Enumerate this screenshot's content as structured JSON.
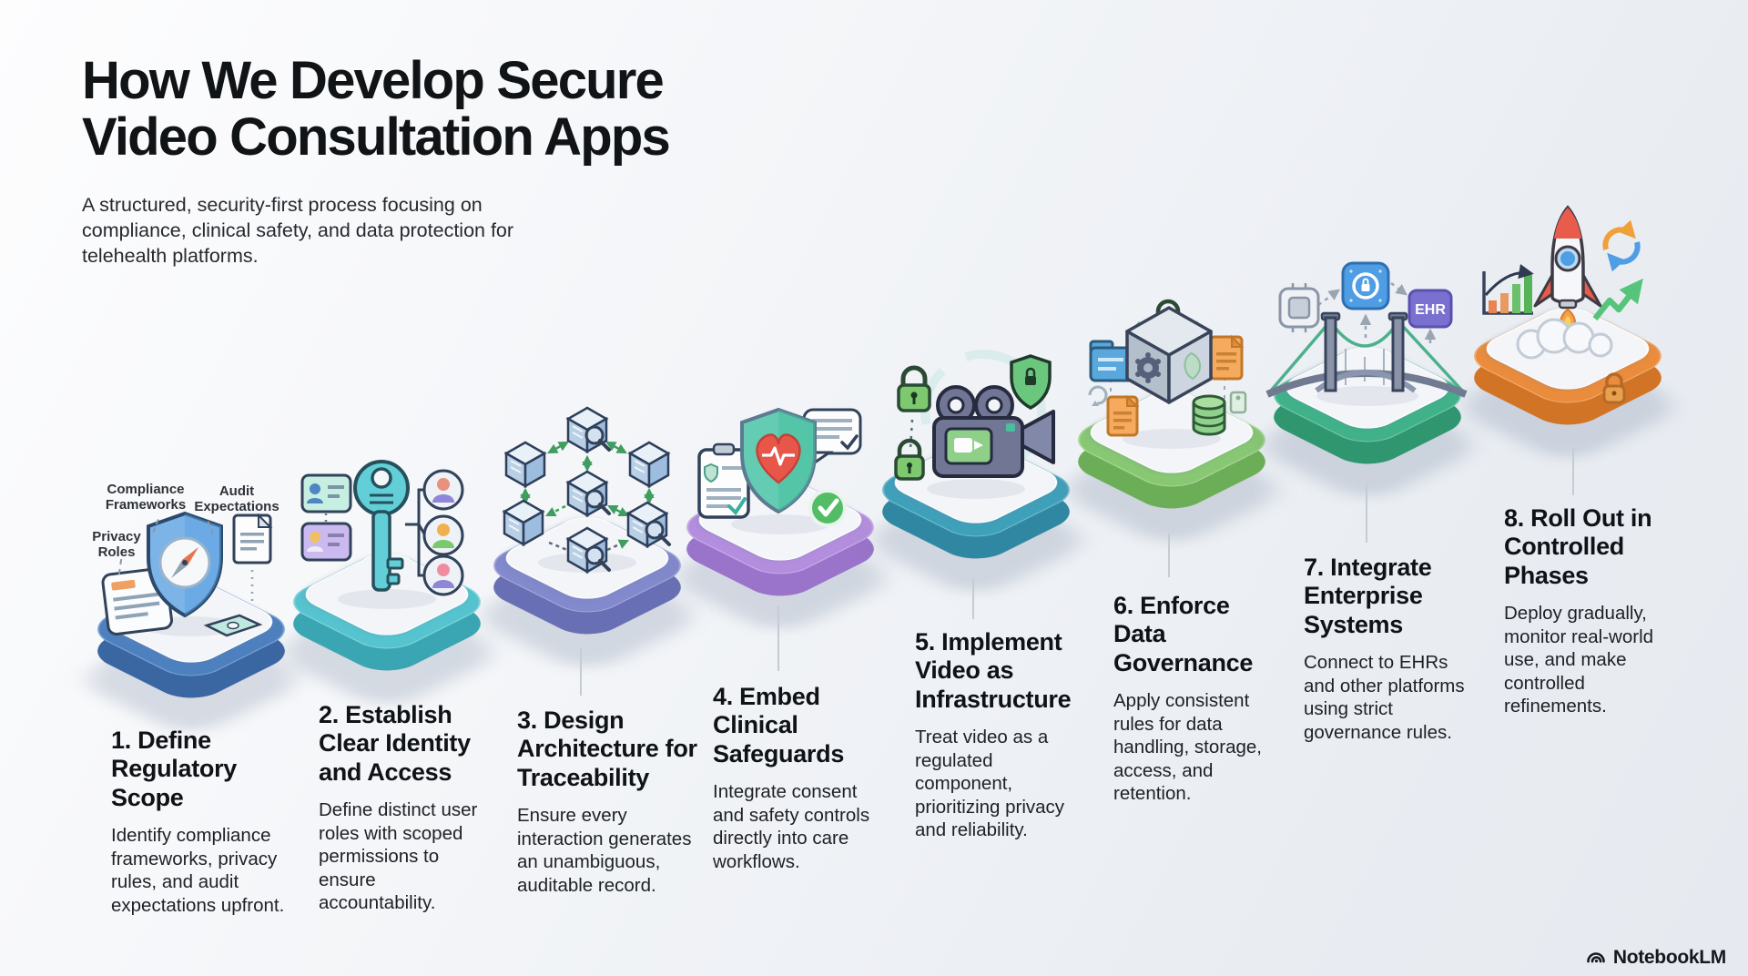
{
  "header": {
    "title": "How We Develop Secure Video Consultation Apps",
    "subtitle": "A structured, security-first process focusing on compliance, clinical safety, and data protection for telehealth platforms."
  },
  "step1_callouts": [
    {
      "label": "Compliance Frameworks"
    },
    {
      "label": "Audit Expectations"
    },
    {
      "label": "Privacy Roles"
    }
  ],
  "steps": [
    {
      "number": "1",
      "title": "1. Define Regulatory Scope",
      "description": "Identify compliance frameworks, privacy rules, and audit expectations upfront.",
      "accent": "#4d80bf",
      "accent_dark": "#3a66a2",
      "icon": "shield-compass-icon"
    },
    {
      "number": "2",
      "title": "2. Establish Clear Identity and Access",
      "description": "Define distinct user roles with scoped permissions to ensure accountability.",
      "accent": "#55c4cf",
      "accent_dark": "#3aa5b3",
      "icon": "key-user-roles-icon"
    },
    {
      "number": "3",
      "title": "3. Design Architecture for Traceability",
      "description": "Ensure every interaction generates an unambiguous, auditable record.",
      "accent": "#8289cc",
      "accent_dark": "#696fb4",
      "icon": "linked-blocks-icon"
    },
    {
      "number": "4",
      "title": "4. Embed Clinical Safeguards",
      "description": "Integrate consent and safety controls directly into care workflows.",
      "accent": "#b48ede",
      "accent_dark": "#9a73ca",
      "icon": "heart-shield-icon"
    },
    {
      "number": "5",
      "title": "5. Implement Video as Infrastructure",
      "description": "Treat video as a regulated component, prioritizing privacy and reliability.",
      "accent": "#3fa0ba",
      "accent_dark": "#2f87a2",
      "icon": "secure-video-camera-icon"
    },
    {
      "number": "6",
      "title": "6. Enforce Data Governance",
      "description": "Apply consistent rules for data handling, storage, access, and retention.",
      "accent": "#88c873",
      "accent_dark": "#6cae57",
      "icon": "data-vault-icon"
    },
    {
      "number": "7",
      "title": "7. Integrate Enterprise Systems",
      "description": "Connect to EHRs and other platforms using strict governance rules.",
      "accent": "#3fb289",
      "accent_dark": "#2f9670",
      "icon": "bridge-integration-icon",
      "badge": "EHR"
    },
    {
      "number": "8",
      "title": "8. Roll Out in Controlled Phases",
      "description": "Deploy gradually, monitor real-world use, and make controlled refinements.",
      "accent": "#ea8c3c",
      "accent_dark": "#d27426",
      "icon": "rocket-launch-icon"
    }
  ],
  "watermark": {
    "brand": "NotebookLM",
    "icon": "notebooklm-logo-icon"
  }
}
